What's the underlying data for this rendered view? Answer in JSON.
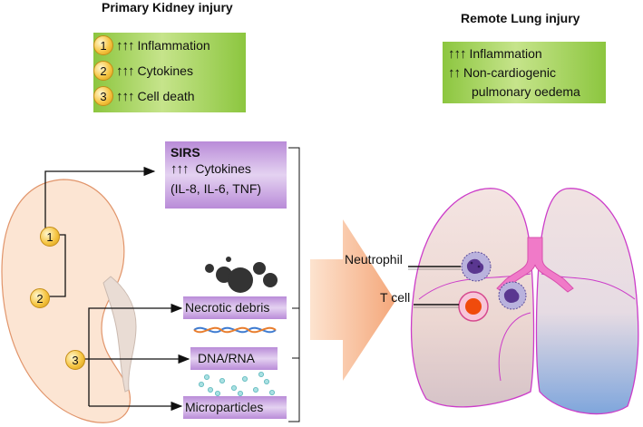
{
  "left_title": "Primary Kidney injury",
  "right_title": "Remote Lung injury",
  "kidney_effects": [
    {
      "num": "1",
      "arrows": "↑↑↑",
      "text": "Inflammation"
    },
    {
      "num": "2",
      "arrows": "↑↑↑",
      "text": "Cytokines"
    },
    {
      "num": "3",
      "arrows": "↑↑↑",
      "text": "Cell death"
    }
  ],
  "lung_effects": [
    {
      "arrows": "↑↑↑",
      "text": "Inflammation"
    },
    {
      "arrows": "↑↑",
      "text": "Non-cardiogenic"
    },
    {
      "arrows": "",
      "text": "pulmonary oedema"
    }
  ],
  "sirs": {
    "title": "SIRS",
    "arrows": "↑↑↑",
    "line1": "Cytokines",
    "line2": "(IL-8, IL-6, TNF)"
  },
  "products": {
    "necrotic": "Necrotic debris",
    "dna": "DNA/RNA",
    "micro": "Microparticles"
  },
  "kidney_points": [
    "1",
    "2",
    "3"
  ],
  "cells": {
    "neutrophil": "Neutrophil",
    "tcell": "T cell"
  }
}
